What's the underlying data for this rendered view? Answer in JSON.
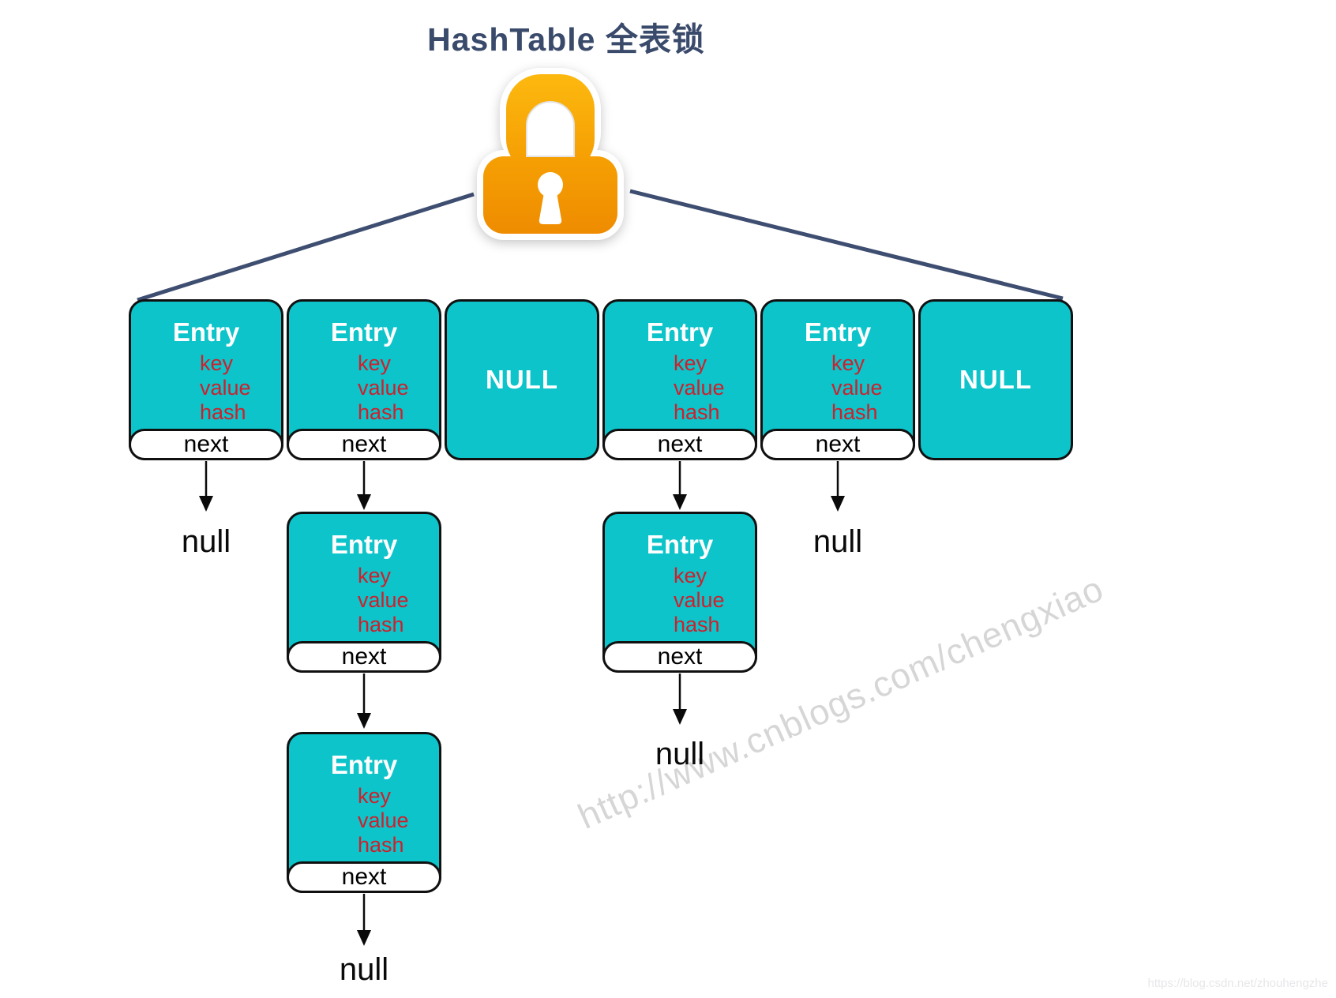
{
  "title": "HashTable 全表锁",
  "lock_icon": "padlock",
  "entry_node": {
    "title": "Entry",
    "fields": [
      "key",
      "value",
      "hash"
    ],
    "next_label": "next"
  },
  "null_box_label": "NULL",
  "null_pointer_label": "null",
  "buckets": [
    {
      "index": 0,
      "type": "entry",
      "chain_length": 1
    },
    {
      "index": 1,
      "type": "entry",
      "chain_length": 3
    },
    {
      "index": 2,
      "type": "null"
    },
    {
      "index": 3,
      "type": "entry",
      "chain_length": 2
    },
    {
      "index": 4,
      "type": "entry",
      "chain_length": 1
    },
    {
      "index": 5,
      "type": "null"
    }
  ],
  "colors": {
    "node_fill": "#0CC4CA",
    "node_border": "#101010",
    "field_text": "#CE202C",
    "entry_title_text": "#ffffff",
    "title_text": "#3A4A6B",
    "connector_line": "#3E4E71",
    "lock_orange_top": "#FDBB10",
    "lock_orange_bottom": "#EE8A00"
  },
  "watermarks": {
    "diagonal": "http://www.cnblogs.com/chengxiao",
    "corner": "https://blog.csdn.net/zhouhengzhe"
  }
}
